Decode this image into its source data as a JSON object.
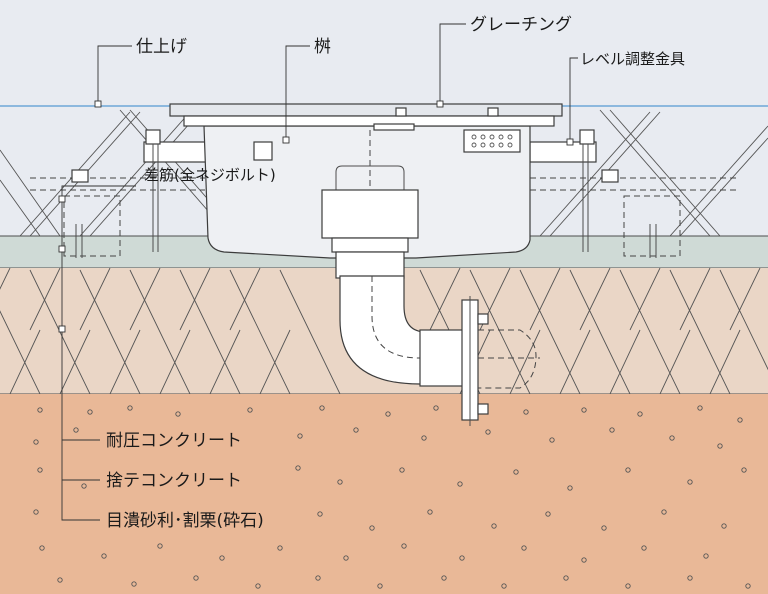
{
  "labels": {
    "finish": "仕上げ",
    "basin": "桝",
    "grating": "グレーチング",
    "level_bracket": "レベル調整金具",
    "dowel": "差筋(全ネジボルト)",
    "concrete": "耐圧コンクリート",
    "lean_concrete": "捨テコンクリート",
    "gravel": "目潰砂利･割栗(砕石)"
  },
  "colors": {
    "top_layer": "#e8ebf1",
    "finish_line": "#6ea8d8",
    "slab_band": "#cfdad6",
    "concrete_layer": "#ead6c6",
    "soil_layer": "#e9b897"
  }
}
